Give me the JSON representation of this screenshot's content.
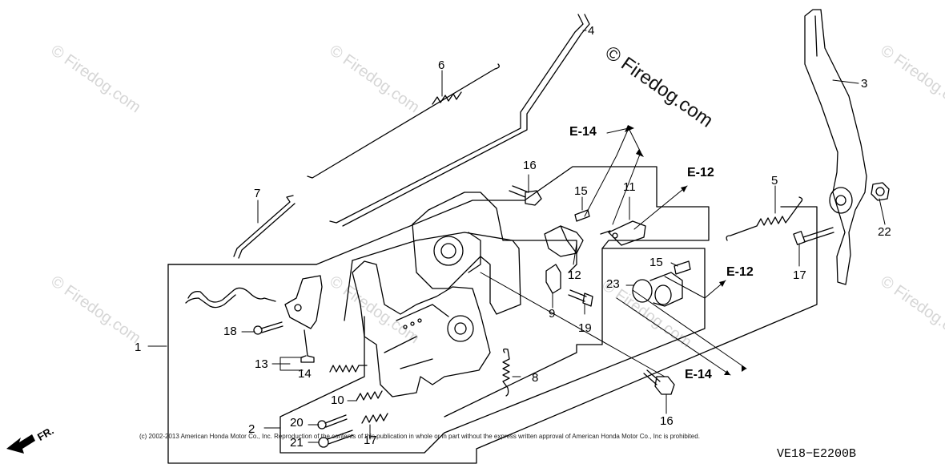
{
  "watermark": {
    "main": "© Firedog.com",
    "repeat": "© Firedog.com"
  },
  "callouts": [
    "1",
    "2",
    "3",
    "4",
    "5",
    "6",
    "7",
    "8",
    "9",
    "10",
    "11",
    "12",
    "13",
    "14",
    "14",
    "15",
    "15",
    "16",
    "16",
    "17",
    "17",
    "18",
    "19",
    "20",
    "21",
    "22",
    "23"
  ],
  "refs": {
    "e14": "E-14",
    "e12": "E-12"
  },
  "direction_label": "FR.",
  "copyright": "(c) 2002-2013 American Honda Motor Co., Inc. Reproduction of the contents of this publication in whole or in part without the express written approval of American Honda Motor Co., Inc is prohibited.",
  "diagram_code": "VE18−E2200B",
  "colors": {
    "line": "#000000",
    "watermark": "#d6d6d6"
  }
}
